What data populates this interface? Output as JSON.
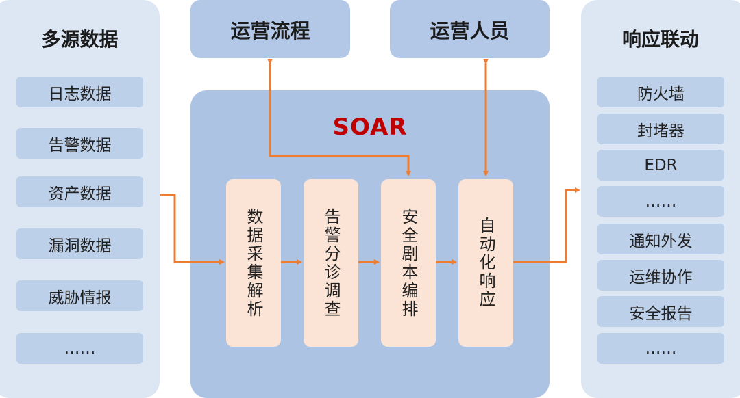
{
  "left_panel": {
    "title": "多源数据",
    "items": [
      "日志数据",
      "告警数据",
      "资产数据",
      "漏洞数据",
      "威胁情报",
      "……"
    ]
  },
  "top": {
    "process_label": "运营流程",
    "people_label": "运营人员"
  },
  "soar": {
    "title": "SOAR",
    "steps": [
      "数据采集解析",
      "告警分诊调查",
      "安全剧本编排",
      "自动化响应"
    ]
  },
  "right_panel": {
    "title": "响应联动",
    "items": [
      "防火墙",
      "封堵器",
      "EDR",
      "……",
      "通知外发",
      "运维协作",
      "安全报告",
      "……"
    ]
  },
  "colors": {
    "panel": "#dde7f4",
    "item": "#bdd0ea",
    "soar_box": "#adc3e4",
    "step_box": "#fbe4d5",
    "arrow": "#ed7d31",
    "soar_title": "#c00000"
  }
}
